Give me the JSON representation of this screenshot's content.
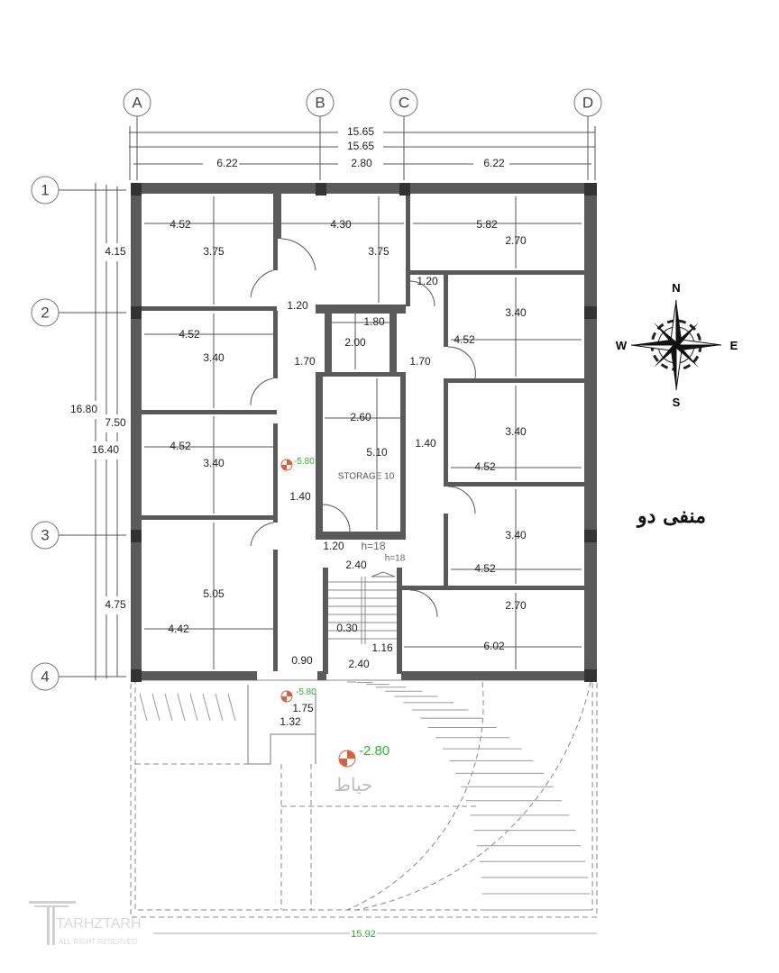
{
  "grid_axes": {
    "columns": [
      "A",
      "B",
      "C",
      "D"
    ],
    "rows": [
      "1",
      "2",
      "3",
      "4"
    ]
  },
  "top_dims": {
    "overall_1": "15.65",
    "overall_2": "15.65",
    "span_ab": "6.22",
    "span_bc": "2.80",
    "span_cd": "6.22"
  },
  "left_dims": {
    "row12": "4.15",
    "row23": "7.50",
    "row34": "4.75",
    "total_outer": "16.80",
    "total_inner": "16.40"
  },
  "rooms": {
    "l1_w": "4.52",
    "l1_h": "3.75",
    "l2_w": "4.52",
    "l2_h": "3.40",
    "l3_w": "4.52",
    "l3_h": "3.40",
    "l4_w": "4.42",
    "l4_h": "5.05",
    "m1_w": "4.30",
    "m1_h": "3.75",
    "r1_w": "5.82",
    "r1_h": "2.70",
    "r2_w": "4.52",
    "r2_h": "3.40",
    "r3_w": "4.52",
    "r3_h": "3.40",
    "r4_w": "4.52",
    "r4_h": "3.40",
    "r5_w": "6.02",
    "r5_h": "2.70",
    "elev_w": "1.80",
    "elev_h": "2.00",
    "storage_w": "2.60",
    "storage_h": "5.10",
    "storage_label": "STORAGE 10"
  },
  "corridor": {
    "d1": "1.20",
    "d2": "1.70",
    "d3": "1.70",
    "d4": "1.40",
    "d5": "1.40",
    "d6": "1.20"
  },
  "stair": {
    "d1": "1.20",
    "h1": "h=18",
    "h2": "h=18",
    "w1": "2.40",
    "d2": "0.30",
    "d3": "1.16",
    "w2": "2.40",
    "d4": "0.90",
    "d5": "1.75",
    "d6": "1.32"
  },
  "levels": {
    "corridor": "-5.80",
    "entry": "-5.80",
    "yard": "-2.80"
  },
  "labels": {
    "yard": "حیاط",
    "floor": "منفی دو"
  },
  "compass": {
    "n": "N",
    "s": "S",
    "e": "E",
    "w": "W"
  },
  "bottom_dim": "15.92",
  "watermark": {
    "brand": "TARHZTARH",
    "sub": "ALL RIGHT RESERVED"
  }
}
